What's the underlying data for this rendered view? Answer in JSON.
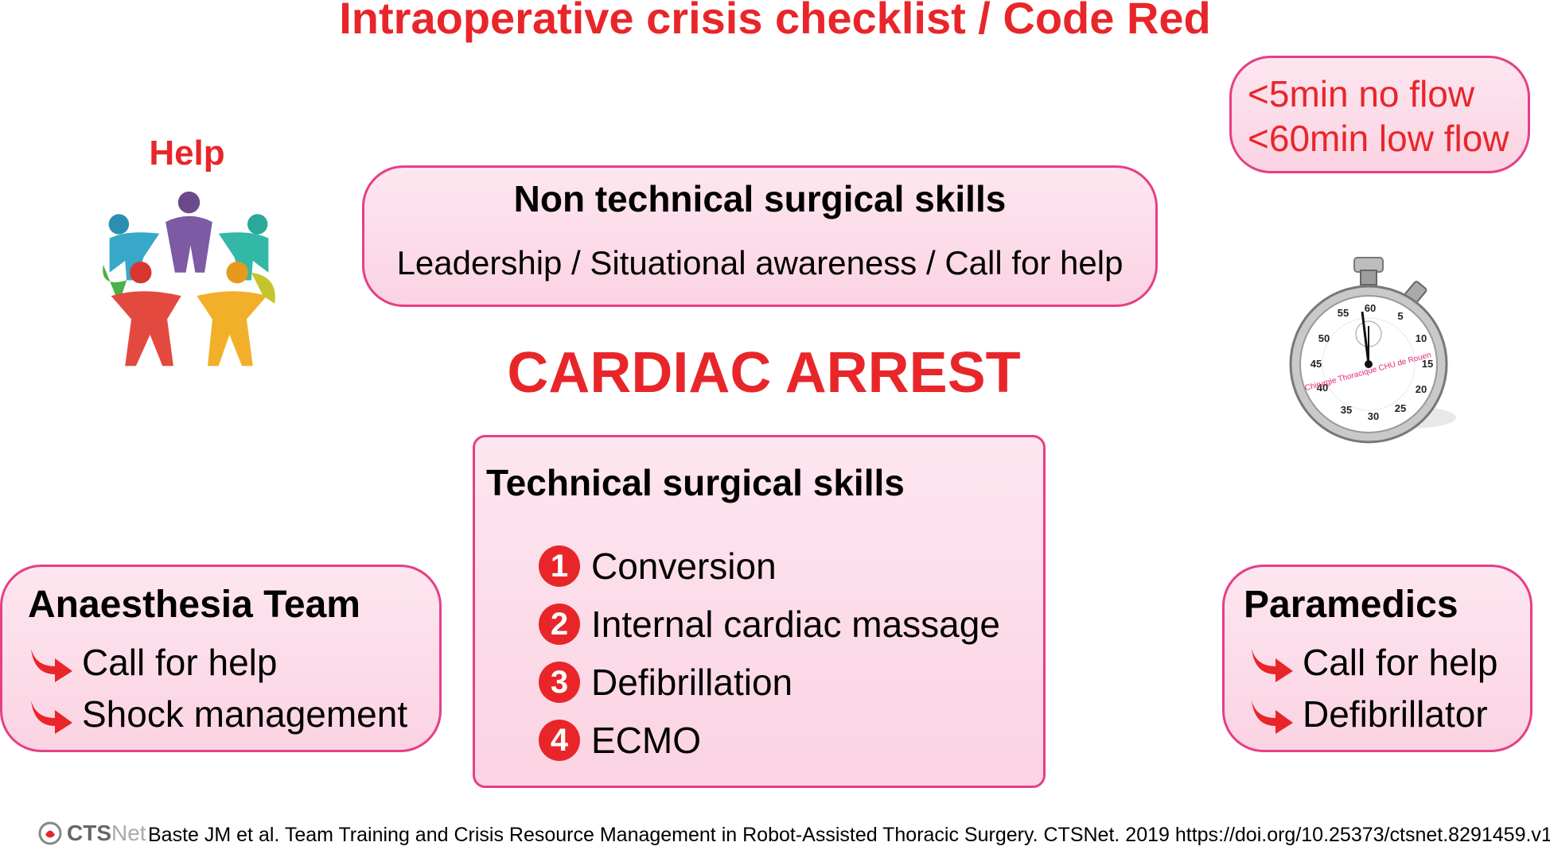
{
  "title": "Intraoperative crisis checklist / Code Red",
  "help_label": "Help",
  "non_technical": {
    "title": "Non technical surgical skills",
    "subtitle": "Leadership / Situational awareness / Call for help"
  },
  "flow": {
    "line1": "<5min no flow",
    "line2": "<60min low flow"
  },
  "cardiac_arrest": "CARDIAC ARREST",
  "technical": {
    "title": "Technical surgical skills",
    "steps": [
      {
        "num": "1",
        "label": "Conversion"
      },
      {
        "num": "2",
        "label": "Internal cardiac massage"
      },
      {
        "num": "3",
        "label": "Defibrillation"
      },
      {
        "num": "4",
        "label": "ECMO"
      }
    ]
  },
  "anaesthesia": {
    "title": "Anaesthesia Team",
    "items": [
      "Call for help",
      "Shock management"
    ]
  },
  "paramedics": {
    "title": "Paramedics",
    "items": [
      "Call for help",
      "Defibrillator"
    ]
  },
  "stopwatch": {
    "numbers": [
      "55",
      "60",
      "5",
      "10",
      "15",
      "20",
      "25",
      "30",
      "35",
      "40",
      "45",
      "50"
    ],
    "ring_text": "Chirurgie Thoracique CHU de Rouen"
  },
  "footer": {
    "logo_main": "CTS",
    "logo_sub": "Net",
    "citation": "Baste JM et al. Team Training and Crisis Resource Management in Robot-Assisted  Thoracic Surgery. CTSNet. 2019 https://doi.org/10.25373/ctsnet.8291459.v1"
  },
  "colors": {
    "accent_red": "#e8262a",
    "box_border": "#e63f86",
    "box_fill": "#fbd3e3"
  },
  "icons": {
    "help": "people-circle-icon",
    "timer": "stopwatch-icon",
    "bullet": "curved-arrow-icon",
    "logo": "ctsnet-logo-icon"
  }
}
